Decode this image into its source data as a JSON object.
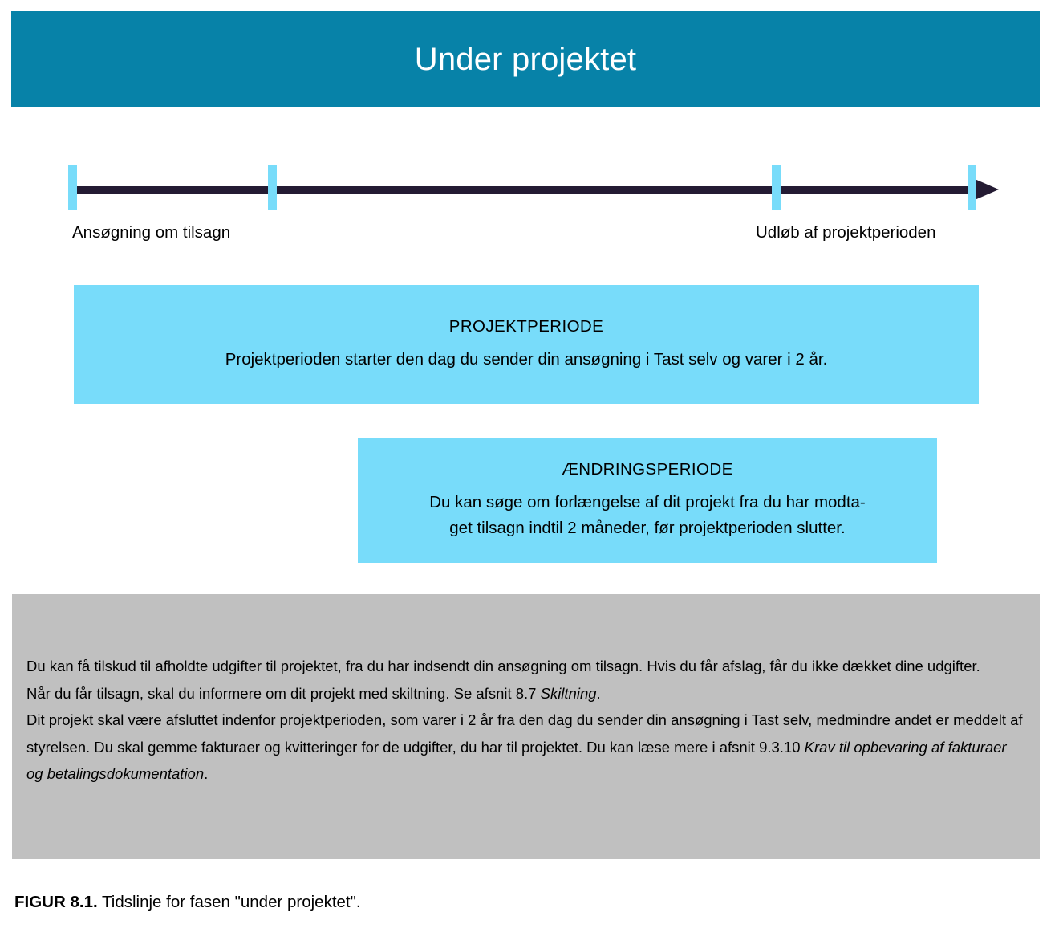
{
  "banner": {
    "title": "Under projektet",
    "background_color": "#0782A8",
    "text_color": "#FFFFFF"
  },
  "timeline": {
    "axis_color": "#241B33",
    "tick_color": "#78DCFA",
    "ticks": [
      {
        "name": "ansoegning",
        "position_pct": 0.0,
        "label": "Ansøgning om tilsagn"
      },
      {
        "name": "tilsagn",
        "position_pct": 22.5,
        "label": ""
      },
      {
        "name": "udloeb-varsel",
        "position_pct": 78.0,
        "label": "Udløb af projektperioden"
      },
      {
        "name": "slut",
        "position_pct": 100.0,
        "label": ""
      }
    ],
    "label_left": "Ansøgning om tilsagn",
    "label_right": "Udløb af projektperioden"
  },
  "periods": [
    {
      "name": "projektperiode",
      "heading": "PROJEKTPERIODE",
      "lines": [
        "Projektperioden starter den dag du sender din ansøgning i Tast selv og varer i 2 år."
      ],
      "color": "#78DCFA"
    },
    {
      "name": "aendringsperiode",
      "heading": "ÆNDRINGSPERIODE",
      "lines": [
        "Du kan søge om forlængelse af dit projekt fra du har modta-",
        "get tilsagn indtil 2 måneder, før projektperioden slutter."
      ],
      "color": "#78DCFA"
    }
  ],
  "note": {
    "background_color": "#C0C0C0",
    "paragraphs": [
      "Du kan få tilskud til afholdte udgifter til projektet, fra du har indsendt din ansøgning om tilsagn. Hvis du får afslag, får du ikke dækket dine udgifter.",
      "Når du får tilsagn, skal du informere om dit projekt med skiltning. Se afsnit 8.7 Skiltning.",
      "Dit projekt skal være afsluttet indenfor projektperioden, som varer i 2 år fra den dag du sender din ansøgning i Tast selv, medmindre andet er meddelt af styrelsen. Du skal gemme fakturaer og kvitteringer for de udgifter, du har til projektet. Du kan læse mere i afsnit 9.3.10 Krav til opbevaring af fakturaer og betalingsdokumentation."
    ],
    "p1_text": "Du kan få tilskud til afholdte udgifter til projektet, fra du har indsendt din ansøgning om tilsagn. Hvis du får afslag, får du ikke dækket dine udgifter.",
    "p2_prefix": "Når du får tilsagn, skal du informere om dit projekt med skiltning. Se afsnit 8.7 ",
    "p2_italic": "Skiltning",
    "p2_suffix": ".",
    "p3_prefix": "Dit projekt skal være afsluttet indenfor projektperioden, som varer i 2 år fra den dag du sender din ansøgning i Tast selv, medmindre andet er meddelt af styrelsen. Du skal gemme fakturaer og kvitteringer for de udgifter, du har til projektet. Du kan læse mere i afsnit 9.3.10 ",
    "p3_italic": "Krav til opbevaring af fakturaer og betalingsdokumentation",
    "p3_suffix": "."
  },
  "caption": {
    "label": "FIGUR 8.1.",
    "text": " Tidslinje for fasen \"under projektet\"."
  }
}
